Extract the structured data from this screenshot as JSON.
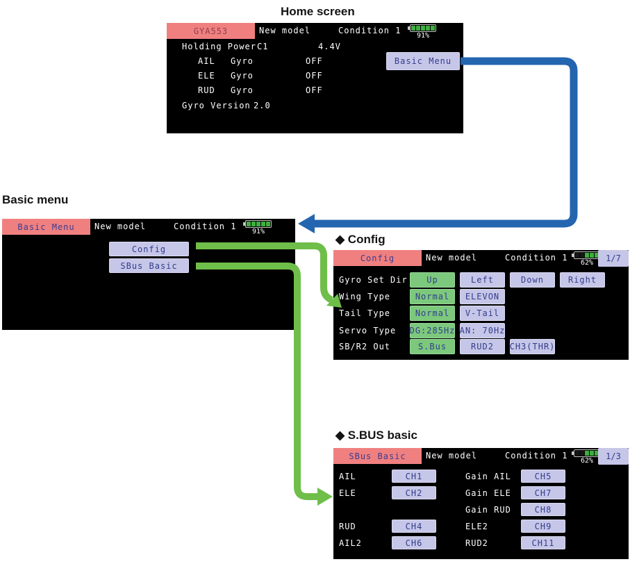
{
  "colors": {
    "pink_header": "#f08080",
    "panel_bg": "#000000",
    "lavender_button": "#c6c6e8",
    "green_selected_button": "#7cc87c",
    "button_text_navy": "#323c8c",
    "battery_green": "#3fae3f",
    "arrow_blue": "#2465b0",
    "arrow_green": "#6fbe4a"
  },
  "headings": {
    "home": "Home screen",
    "basic_menu": "Basic menu",
    "config": "◆ Config",
    "sbus": "◆ S.BUS basic"
  },
  "home_screen": {
    "tab": "GYA553",
    "model": "New model",
    "condition": "Condition 1",
    "battery": {
      "pct": "91%",
      "cells": [
        1,
        1,
        1,
        1,
        1
      ]
    },
    "holding_power": {
      "label": "Holding Power",
      "channel": "C1",
      "voltage": "4.4V"
    },
    "gyro_rows": [
      {
        "axis": "AIL",
        "mid": "Gyro",
        "value": "OFF"
      },
      {
        "axis": "ELE",
        "mid": "Gyro",
        "value": "OFF"
      },
      {
        "axis": "RUD",
        "mid": "Gyro",
        "value": "OFF"
      }
    ],
    "version": {
      "label": "Gyro Version",
      "value": "2.0"
    },
    "basic_menu_button": "Basic Menu"
  },
  "basic_menu": {
    "tab": "Basic Menu",
    "model": "New model",
    "condition": "Condition 1",
    "battery": {
      "pct": "91%",
      "cells": [
        1,
        1,
        1,
        1,
        1
      ]
    },
    "buttons": [
      {
        "label": "Config"
      },
      {
        "label": "SBus Basic"
      }
    ]
  },
  "config": {
    "tab": "Config",
    "model": "New model",
    "condition": "Condition 1",
    "battery": {
      "pct": "62%",
      "cells": [
        0,
        0,
        1,
        1,
        1
      ]
    },
    "page": "1/7",
    "rows": [
      {
        "label": "Gyro Set Dir",
        "selected": "Up",
        "options": [
          "Up",
          "Left",
          "Down",
          "Right"
        ]
      },
      {
        "label": "Wing Type",
        "selected": "Normal",
        "options": [
          "Normal",
          "ELEVON"
        ]
      },
      {
        "label": "Tail Type",
        "selected": "Normal",
        "options": [
          "Normal",
          "V-Tail"
        ]
      },
      {
        "label": "Servo Type",
        "selected": "DG:285Hz",
        "options": [
          "DG:285Hz",
          "AN: 70Hz"
        ]
      },
      {
        "label": "SB/R2 Out",
        "selected": "S.Bus",
        "options": [
          "S.Bus",
          "RUD2",
          "CH3(THR)"
        ]
      }
    ]
  },
  "sbus_basic": {
    "tab": "SBus Basic",
    "model": "New model",
    "condition": "Condition 1",
    "battery": {
      "pct": "62%",
      "cells": [
        0,
        0,
        1,
        1,
        1
      ]
    },
    "page": "1/3",
    "left_rows": [
      {
        "label": "AIL",
        "channel": "CH1"
      },
      {
        "label": "ELE",
        "channel": "CH2"
      },
      {
        "label": "RUD",
        "channel": "CH4"
      },
      {
        "label": "AIL2",
        "channel": "CH6"
      }
    ],
    "right_rows": [
      {
        "label": "Gain AIL",
        "channel": "CH5"
      },
      {
        "label": "Gain ELE",
        "channel": "CH7"
      },
      {
        "label": "Gain RUD",
        "channel": "CH8"
      },
      {
        "label": "ELE2",
        "channel": "CH9"
      },
      {
        "label": "RUD2",
        "channel": "CH11"
      }
    ]
  }
}
